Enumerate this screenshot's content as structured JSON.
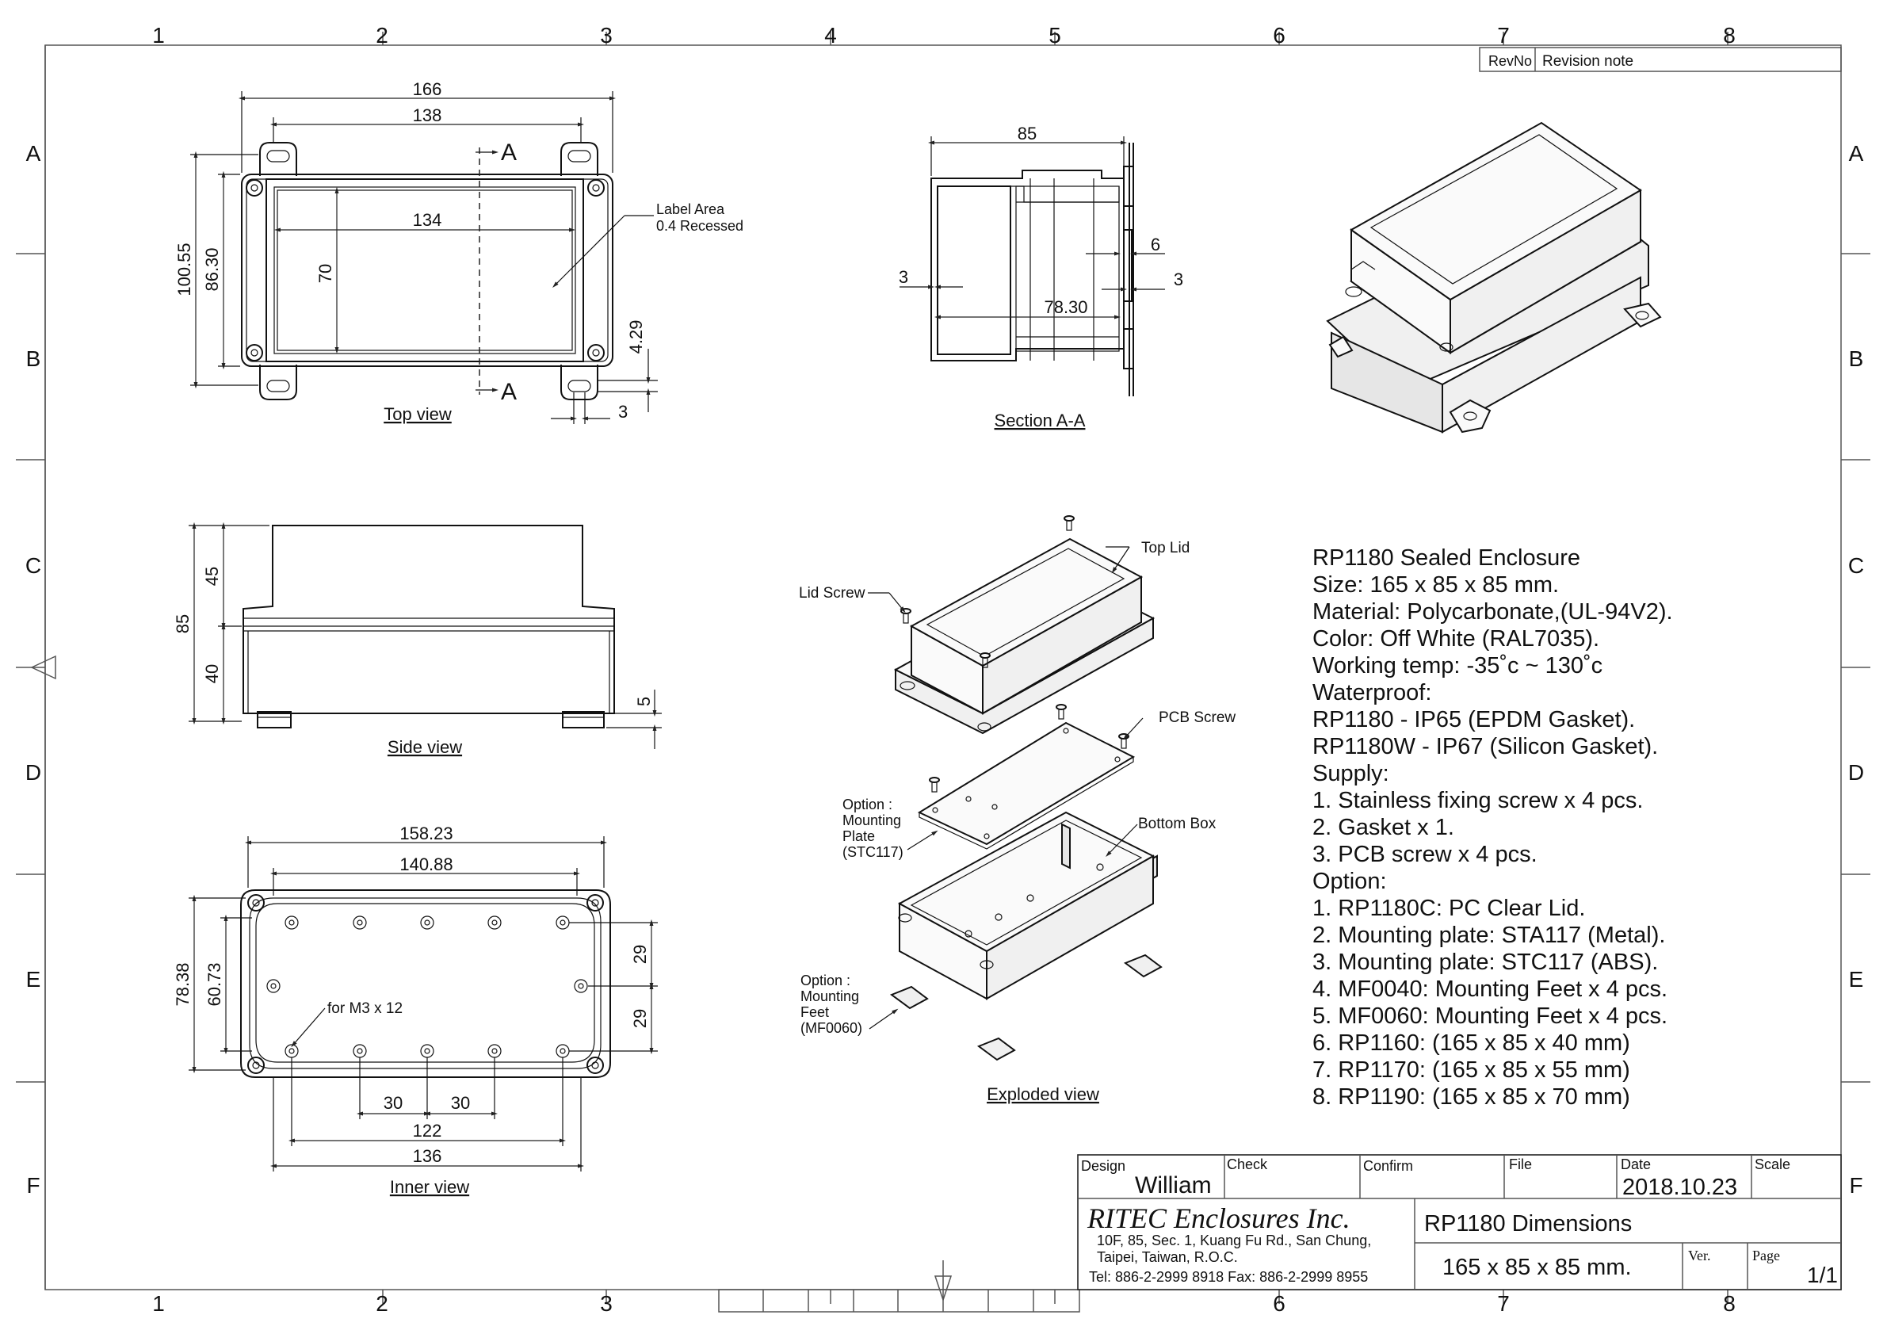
{
  "grid": {
    "columns": [
      "1",
      "2",
      "3",
      "4",
      "5",
      "6",
      "7",
      "8"
    ],
    "rows": [
      "A",
      "B",
      "C",
      "D",
      "E",
      "F"
    ]
  },
  "revision": {
    "no_label": "RevNo",
    "note_label": "Revision note"
  },
  "top_view": {
    "caption": "Top view",
    "dims": {
      "overall_width": "166",
      "mount_span": "138",
      "inner_width": "134",
      "inner_height": "70",
      "overall_height": "100.55",
      "body_height": "86.30",
      "slot": "4.29",
      "slot_w": "3"
    },
    "section_mark": "A",
    "label_note_1": "Label Area",
    "label_note_2": "0.4 Recessed"
  },
  "section_view": {
    "caption": "Section A-A",
    "dims": {
      "height": "85",
      "inner": "78.30",
      "wall_left": "3",
      "wall_right": "3",
      "step": "6"
    }
  },
  "side_view": {
    "caption": "Side view",
    "dims": {
      "total": "85",
      "lid": "45",
      "base": "40",
      "foot": "5"
    }
  },
  "inner_view": {
    "caption": "Inner view",
    "dims": {
      "overall_w": "158.23",
      "inner_w": "140.88",
      "overall_h": "78.38",
      "inner_h": "60.73",
      "pitch_y1": "29",
      "pitch_y2": "29",
      "pitch_x1": "30",
      "pitch_x2": "30",
      "span1": "122",
      "span2": "136"
    },
    "screw_note": "for M3 x 12"
  },
  "exploded_view": {
    "caption": "Exploded view",
    "labels": {
      "top_lid": "Top Lid",
      "lid_screw": "Lid Screw",
      "pcb_screw": "PCB Screw",
      "bottom_box": "Bottom Box",
      "plate_1": "Option :",
      "plate_2": "Mounting",
      "plate_3": "Plate",
      "plate_4": "(STC117)",
      "feet_1": "Option :",
      "feet_2": "Mounting",
      "feet_3": "Feet",
      "feet_4": "(MF0060)"
    }
  },
  "specs": [
    "RP1180 Sealed Enclosure",
    "Size: 165 x 85 x 85 mm.",
    "Material: Polycarbonate,(UL-94V2).",
    "Color: Off White (RAL7035).",
    "Working temp: -35˚c ~ 130˚c",
    "Waterproof:",
    "RP1180 - IP65 (EPDM Gasket).",
    "RP1180W - IP67 (Silicon Gasket).",
    "Supply:",
    "1. Stainless fixing screw x 4 pcs.",
    "2. Gasket x 1.",
    "3. PCB screw x 4 pcs.",
    "Option:",
    "1. RP1180C: PC Clear Lid.",
    "2. Mounting plate: STA117 (Metal).",
    "3. Mounting plate: STC117 (ABS).",
    "4. MF0040: Mounting Feet x 4 pcs.",
    "5. MF0060: Mounting Feet x 4 pcs.",
    "6. RP1160: (165 x 85 x 40 mm)",
    "7. RP1170: (165 x 85 x 55 mm)",
    "8. RP1190: (165 x 85 x 70 mm)"
  ],
  "title_block": {
    "design_label": "Design",
    "design_value": "William",
    "check_label": "Check",
    "confirm_label": "Confirm",
    "file_label": "File",
    "date_label": "Date",
    "date_value": "2018.10.23",
    "scale_label": "Scale",
    "company": "RITEC Enclosures Inc.",
    "address_1": "10F, 85, Sec. 1, Kuang Fu Rd., San Chung,",
    "address_2": "Taipei, Taiwan, R.O.C.",
    "contact": "Tel: 886-2-2999 8918   Fax: 886-2-2999 8955",
    "title": "RP1180 Dimensions",
    "size": "165 x 85 x 85 mm.",
    "ver_label": "Ver.",
    "page_label": "Page",
    "page_value": "1/1"
  }
}
